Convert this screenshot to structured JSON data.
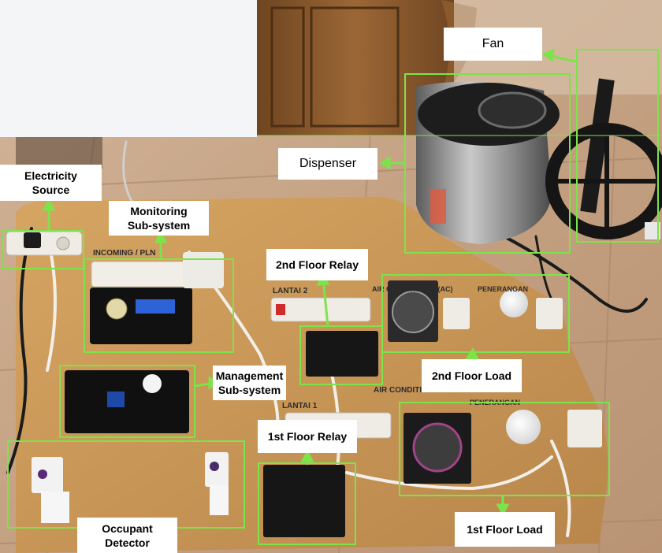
{
  "labels": {
    "fan": "Fan",
    "dispenser": "Dispenser",
    "electricity_source": "Electricity\nSource",
    "monitoring_subsystem": "Monitoring\nSub-system",
    "second_floor_relay": "2nd Floor Relay",
    "management_subsystem": "Management\nSub-system",
    "second_floor_load": "2nd Floor Load",
    "first_floor_relay": "1st Floor Relay",
    "occupant_detector": "Occupant\nDetector",
    "first_floor_load": "1st Floor Load"
  },
  "photo_text": {
    "incoming_pln": "INCOMING / PLN",
    "lantai_2": "LANTAI 2",
    "lantai_1": "LANTAI 1",
    "air_conditioner_ac": "AIR CONDITIONER (AC)",
    "air_conditioner": "AIR CONDITIONER",
    "penerangan_top": "PENERANGAN",
    "penerangan_bottom": "PENERANGAN"
  },
  "colors": {
    "highlight": "#7ee24a",
    "label_bg": "#ffffff",
    "label_text": "#000000",
    "board": "#c9944f",
    "floor_tile": "#c9a98b",
    "wood_cabinet": "#8a5a2c"
  }
}
